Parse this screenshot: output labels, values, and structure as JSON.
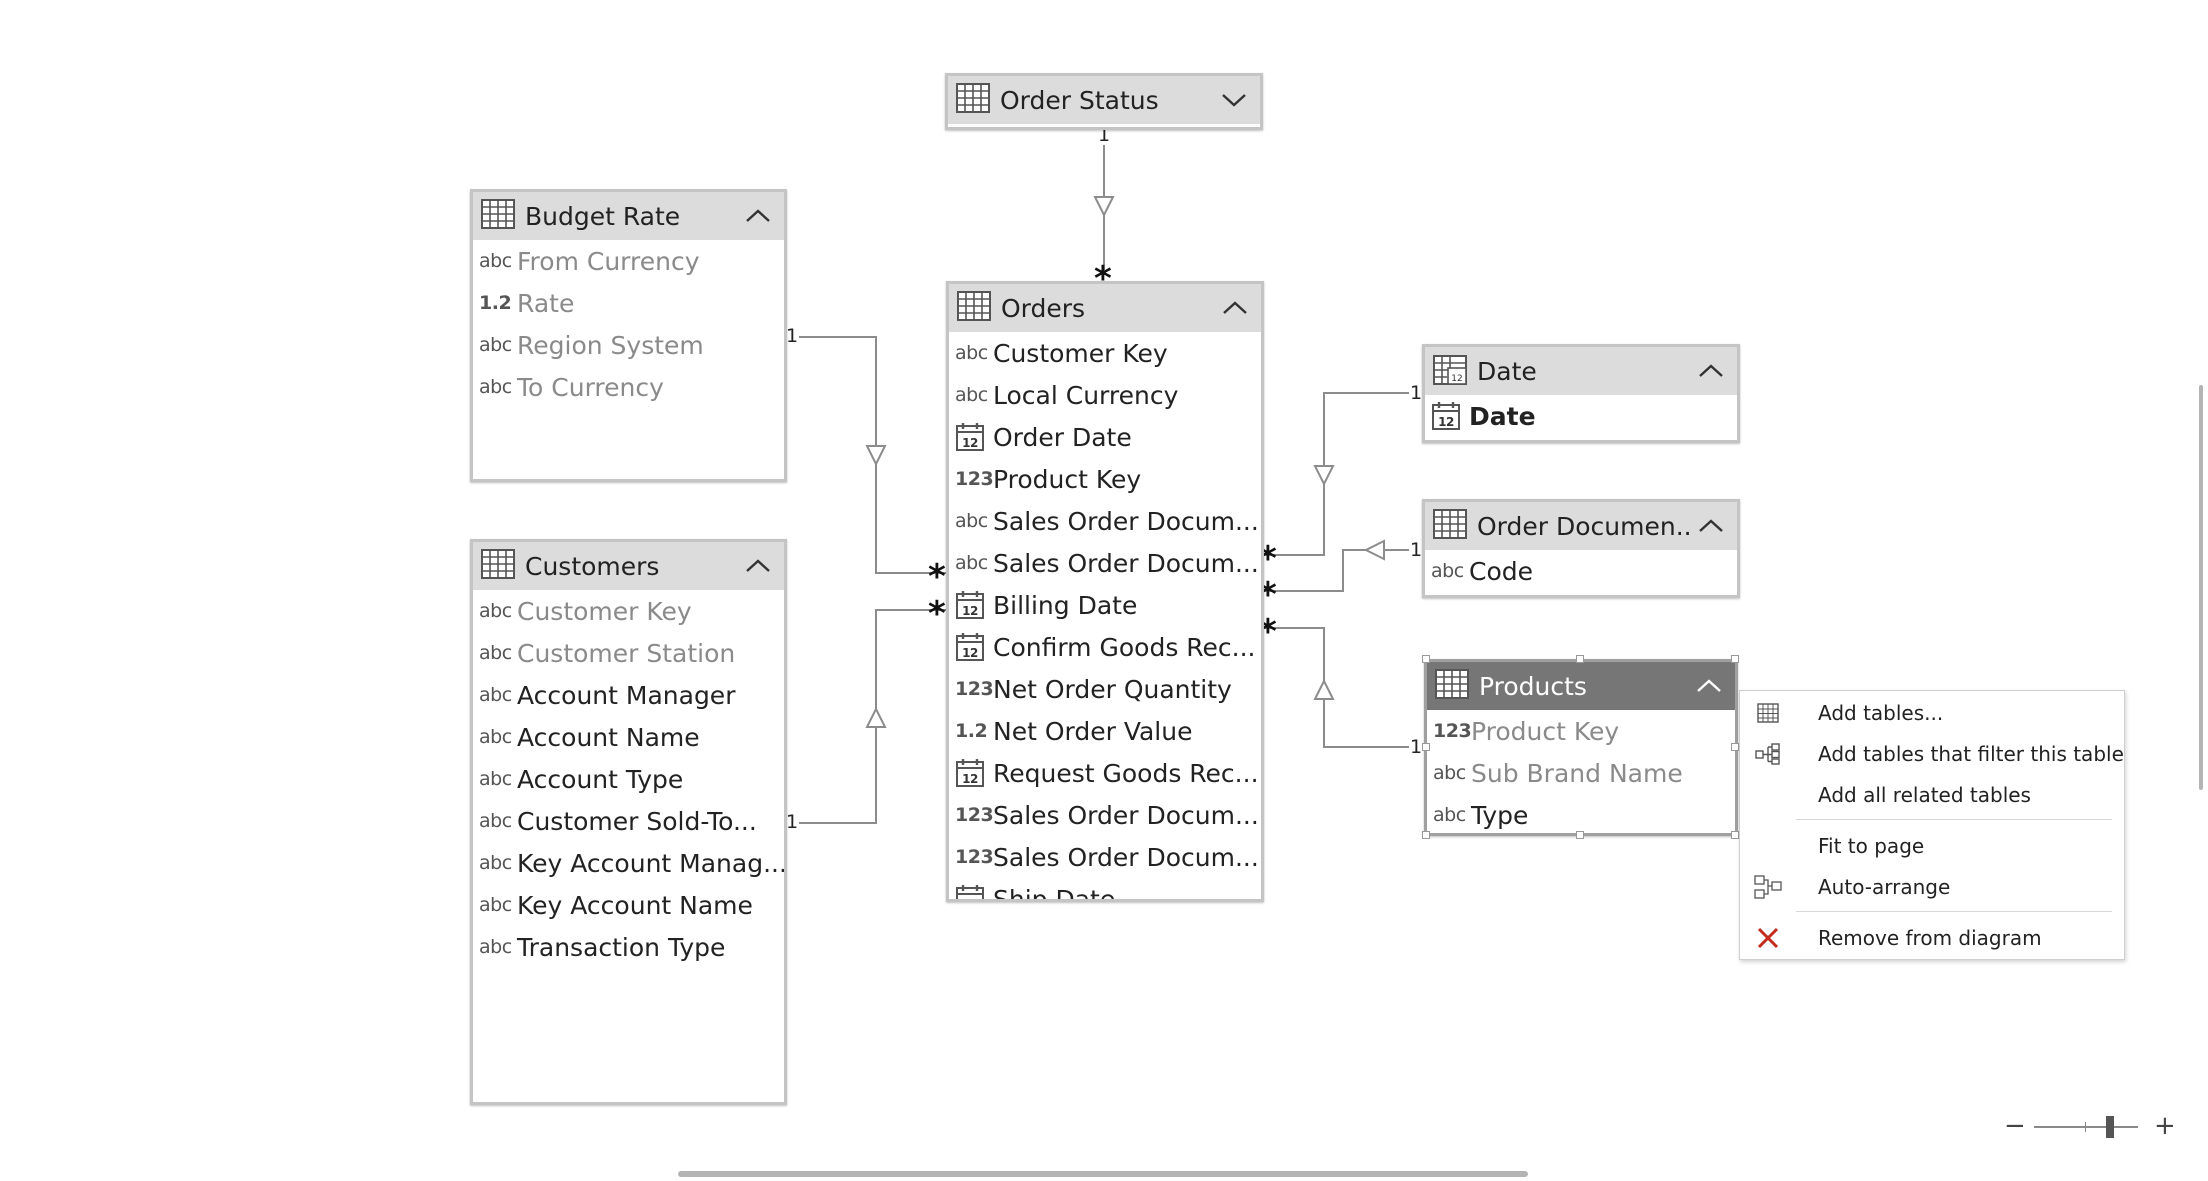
{
  "tables": {
    "order_status": {
      "title": "Order Status"
    },
    "budget_rate": {
      "title": "Budget Rate",
      "fields": [
        {
          "type": "abc",
          "name": "From Currency"
        },
        {
          "type": "1.2",
          "name": "Rate"
        },
        {
          "type": "abc",
          "name": "Region System"
        },
        {
          "type": "abc",
          "name": "To Currency"
        }
      ]
    },
    "customers": {
      "title": "Customers",
      "fields": [
        {
          "type": "abc",
          "name": "Customer Key"
        },
        {
          "type": "abc",
          "name": "Customer Station"
        },
        {
          "type": "abc",
          "name": "Account Manager"
        },
        {
          "type": "abc",
          "name": "Account Name"
        },
        {
          "type": "abc",
          "name": "Account Type"
        },
        {
          "type": "abc",
          "name": "Customer Sold-To..."
        },
        {
          "type": "abc",
          "name": "Key Account Manag..."
        },
        {
          "type": "abc",
          "name": "Key Account Name"
        },
        {
          "type": "abc",
          "name": "Transaction Type"
        }
      ]
    },
    "orders": {
      "title": "Orders",
      "fields": [
        {
          "type": "abc",
          "name": "Customer Key"
        },
        {
          "type": "abc",
          "name": "Local Currency"
        },
        {
          "type": "cal",
          "name": "Order Date"
        },
        {
          "type": "123",
          "name": "Product Key"
        },
        {
          "type": "abc",
          "name": "Sales Order Docum..."
        },
        {
          "type": "abc",
          "name": "Sales Order Docum..."
        },
        {
          "type": "cal",
          "name": "Billing Date"
        },
        {
          "type": "cal",
          "name": "Confirm Goods Rec..."
        },
        {
          "type": "123",
          "name": "Net Order Quantity"
        },
        {
          "type": "1.2",
          "name": "Net Order Value"
        },
        {
          "type": "cal",
          "name": "Request Goods Rec..."
        },
        {
          "type": "123",
          "name": "Sales Order Docum..."
        },
        {
          "type": "123",
          "name": "Sales Order Docum..."
        },
        {
          "type": "cal",
          "name": "Ship Date"
        }
      ]
    },
    "date": {
      "title": "Date",
      "fields": [
        {
          "type": "cal",
          "name": "Date"
        }
      ]
    },
    "order_documents": {
      "title": "Order Documen...",
      "fields": [
        {
          "type": "abc",
          "name": "Code"
        }
      ]
    },
    "products": {
      "title": "Products",
      "fields": [
        {
          "type": "123",
          "name": "Product Key"
        },
        {
          "type": "abc",
          "name": "Sub Brand Name"
        },
        {
          "type": "abc",
          "name": "Type"
        }
      ]
    }
  },
  "relationships": {
    "one": "1",
    "many": "*"
  },
  "type_icons": {
    "abc": "abc",
    "123": "123",
    "1.2": "1.2",
    "cal_top": "12"
  },
  "context_menu": {
    "items": [
      {
        "label": "Add tables...",
        "icon": "table-icon"
      },
      {
        "label": "Add tables that filter this table",
        "icon": "filter-tree-icon"
      },
      {
        "label": "Add all related tables",
        "icon": ""
      },
      {
        "label": "Fit to page",
        "icon": ""
      },
      {
        "label": "Auto-arrange",
        "icon": "auto-arrange-icon"
      },
      {
        "label": "Remove from diagram",
        "icon": "red-x-icon"
      }
    ]
  },
  "zoom": {
    "minus": "−",
    "plus": "+",
    "level": 0.73
  },
  "colors": {
    "header": "#dcdcdc",
    "header_selected": "#767676",
    "border": "#c4c4c4",
    "muted_text": "#8a8a8a",
    "remove_icon": "#c42b1c"
  }
}
